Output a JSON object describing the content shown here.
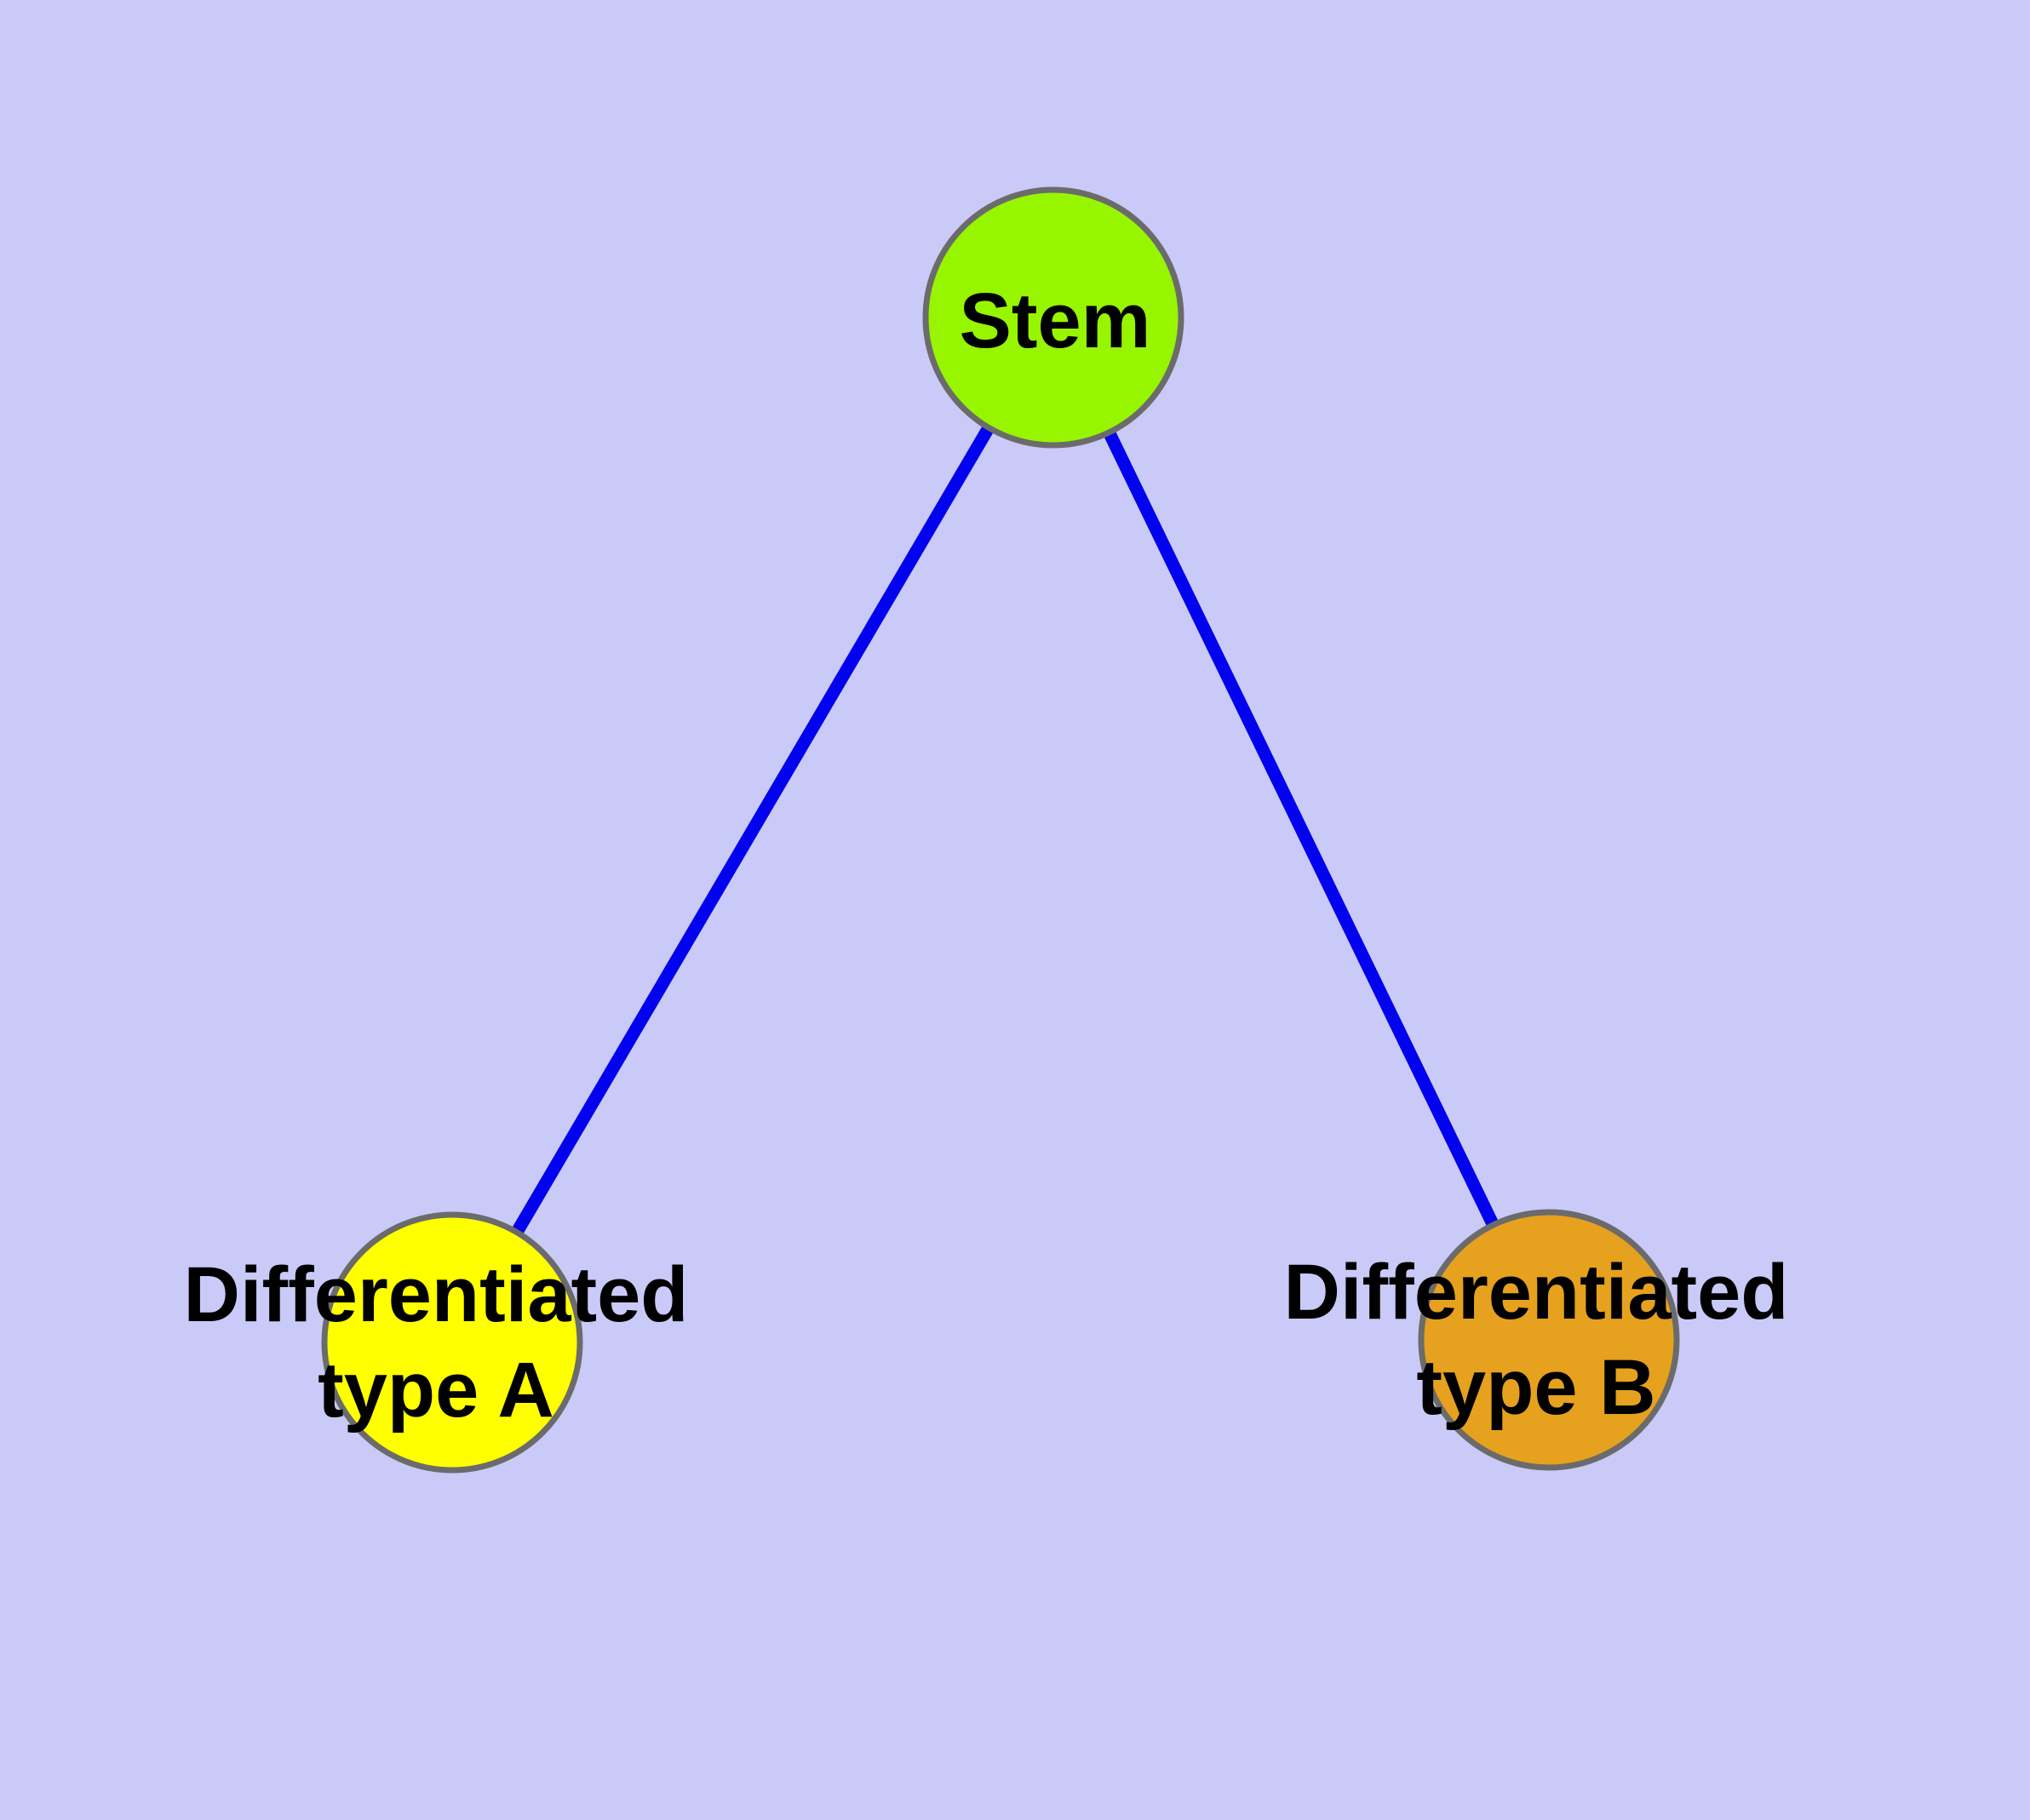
{
  "graph": {
    "description": "Stem cell differentiation graph",
    "colors": {
      "background": "#CACAF8",
      "edge": "#0202EE",
      "node_border": "#6B6B6B",
      "label_text": "#000000",
      "stem_fill": "#97F500",
      "type_a_fill": "#FFFF00",
      "type_b_fill": "#E6A11E"
    },
    "nodes": [
      {
        "id": "stem",
        "label": "Stem",
        "fill": "#97F500"
      },
      {
        "id": "diff-type-a",
        "label": "Differentiated type A",
        "label_line1": "Differentiated",
        "label_line2": "type A",
        "fill": "#FFFF00"
      },
      {
        "id": "diff-type-b",
        "label": "Differentiated type B",
        "label_line1": "Differentiated",
        "label_line2": "type B",
        "fill": "#E6A11E"
      }
    ],
    "edges": [
      {
        "source": "Stem",
        "target": "Differentiated type A"
      },
      {
        "source": "Stem",
        "target": "Differentiated type B"
      }
    ]
  }
}
